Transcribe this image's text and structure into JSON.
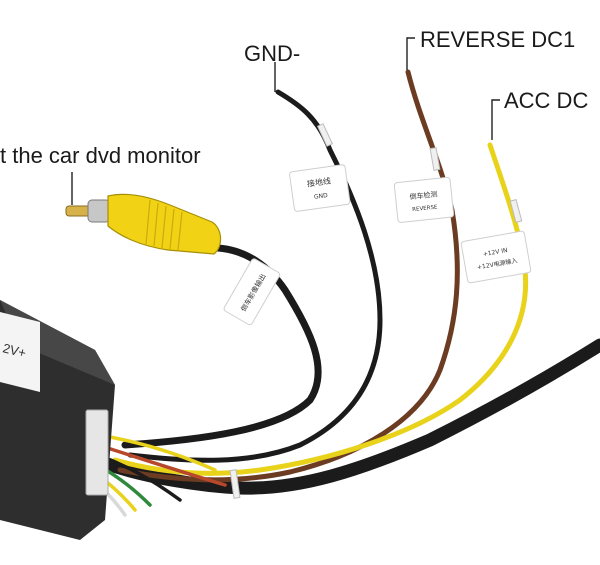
{
  "labels": {
    "gnd": "GND-",
    "reverse": "REVERSE DC1",
    "acc": "ACC DC",
    "rca": "t the car dvd monitor",
    "box_text": "2V+"
  },
  "tags": {
    "gnd_tag_cn": "接地线",
    "gnd_tag_en": "GND",
    "reverse_tag_cn": "倒车检测",
    "reverse_tag_en": "REVERSE",
    "acc_tag_line1": "+12V IN",
    "acc_tag_line2": "+12V电源输入",
    "video_tag_cn": "倒车影像输出"
  },
  "colors": {
    "black_wire": "#1b1b1b",
    "brown_wire": "#6b3b22",
    "yellow_wire": "#e8d21a",
    "rca_yellow": "#f2d214",
    "box": "#2e2e2e",
    "connector": "#e6e6e6"
  }
}
